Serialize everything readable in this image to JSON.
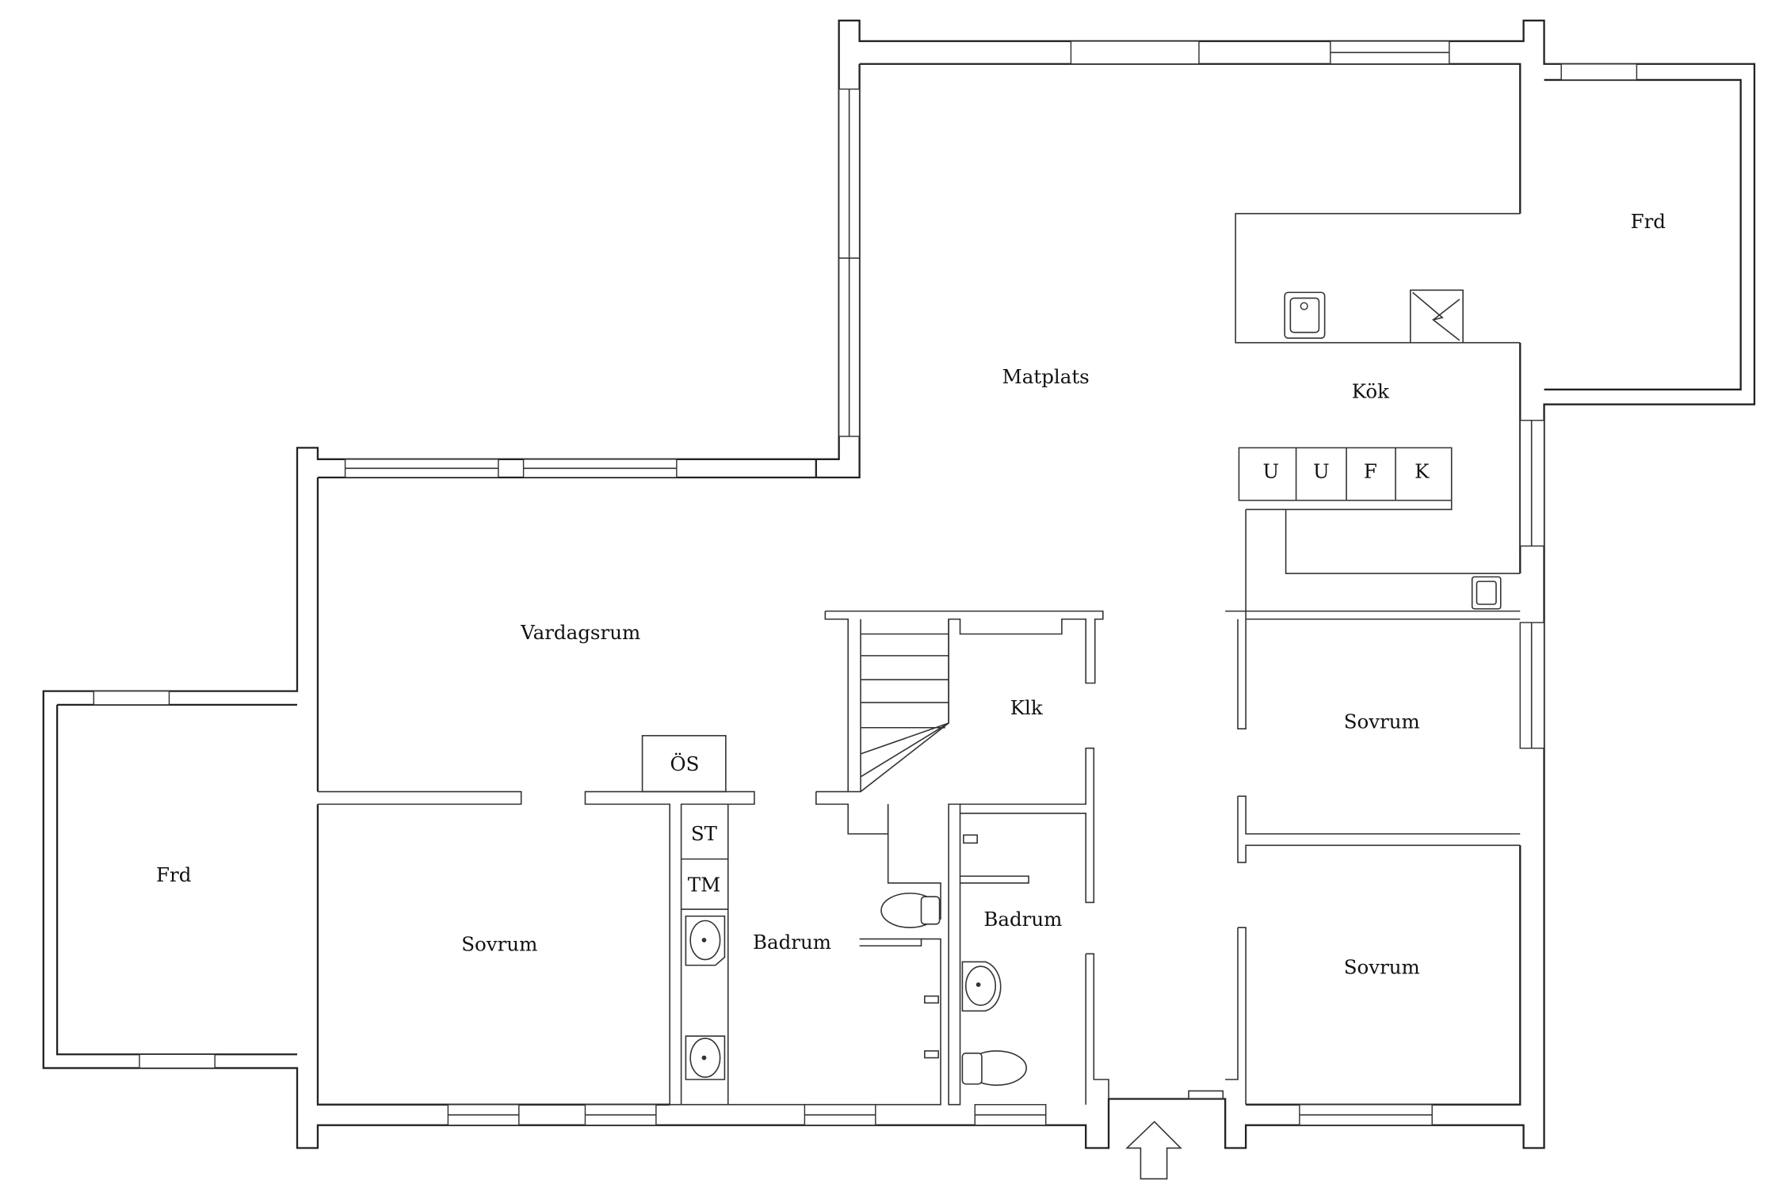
{
  "rooms": {
    "matplats": "Matplats",
    "kok": "Kök",
    "frd_right": "Frd",
    "frd_left": "Frd",
    "vardagsrum": "Vardagsrum",
    "klk": "Klk",
    "sovrum_left": "Sovrum",
    "badrum_left": "Badrum",
    "badrum_right": "Badrum",
    "sovrum_right_top": "Sovrum",
    "sovrum_right_bottom": "Sovrum"
  },
  "appliances": {
    "u1": "U",
    "u2": "U",
    "f": "F",
    "k": "K",
    "os": "ÖS",
    "st": "ST",
    "tm": "TM"
  },
  "icons": {
    "entrance": "arrow-up-icon",
    "stove": "stove-icon",
    "sink": "sink-icon",
    "toilet": "toilet-icon",
    "washbasin": "washbasin-icon"
  }
}
